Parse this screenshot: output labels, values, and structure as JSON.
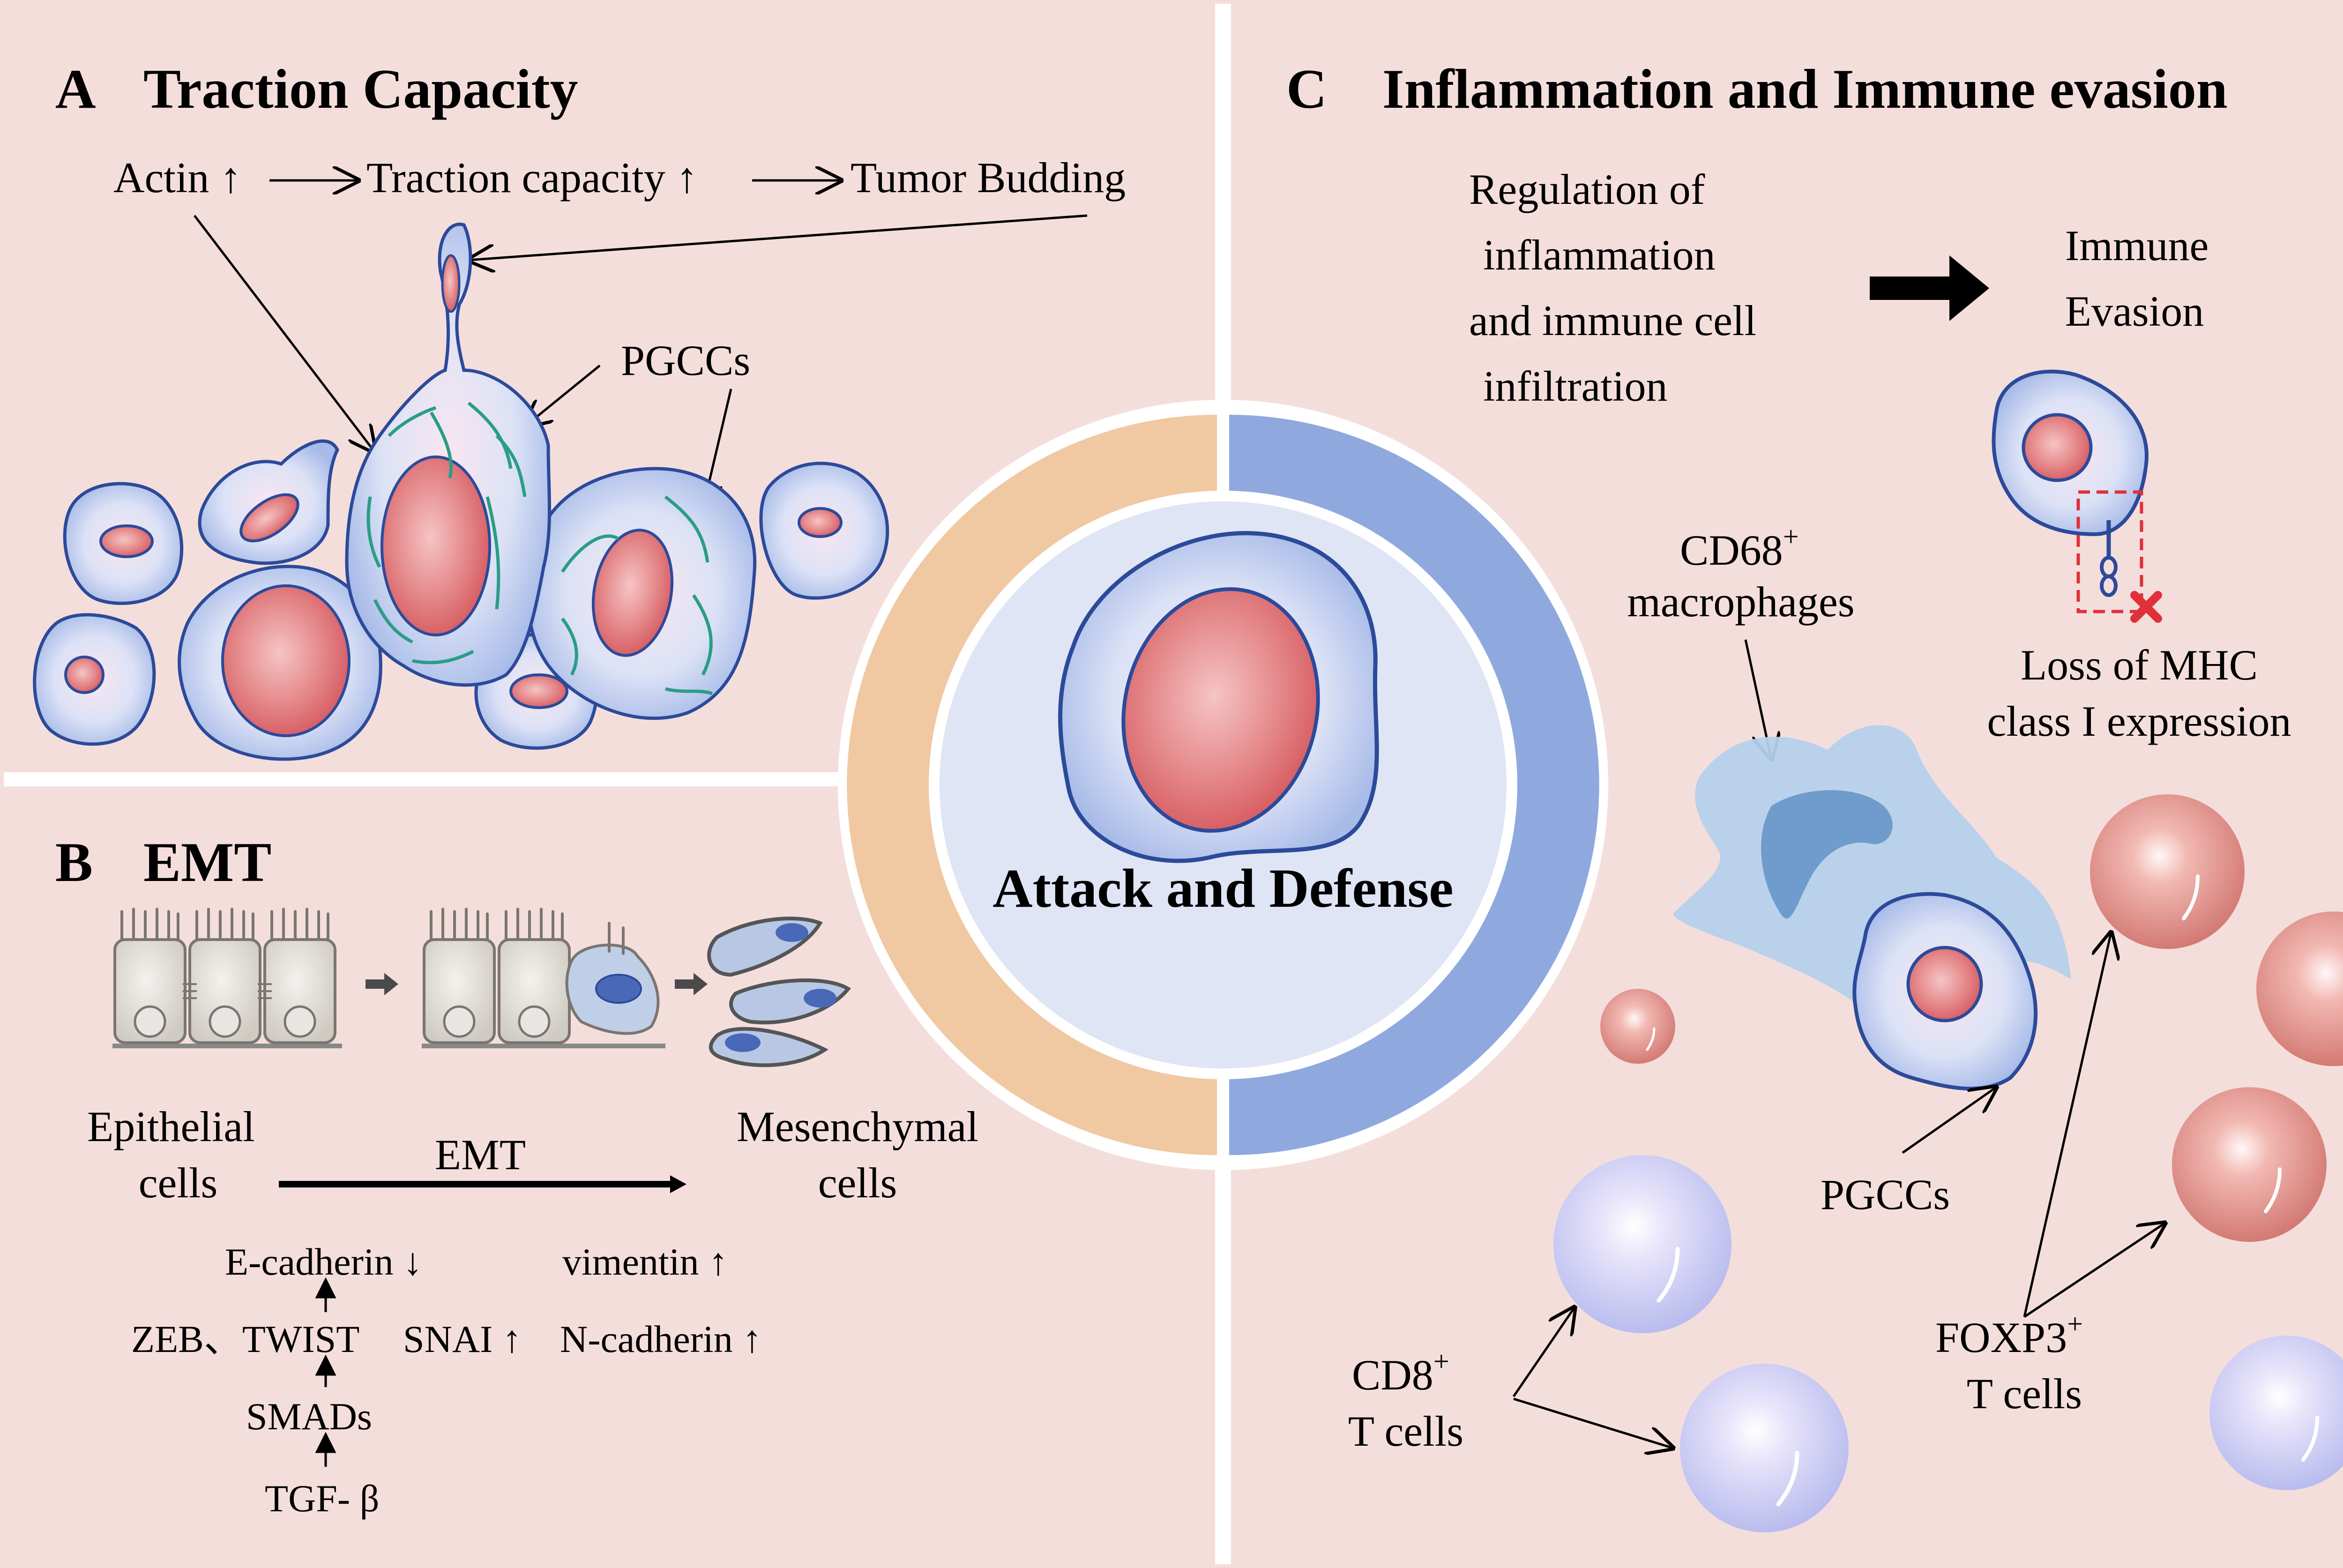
{
  "panels": {
    "a": {
      "letter": "A",
      "title": "Traction Capacity",
      "flow": {
        "actin": "Actin ↑",
        "traction": "Traction capacity  ↑",
        "budding": "Tumor Budding"
      },
      "pgccs_label": "PGCCs"
    },
    "b": {
      "letter": "B",
      "title": "EMT",
      "epithelial_line1": "Epithelial",
      "epithelial_line2": "cells",
      "arrow_label": "EMT",
      "mesenchymal_line1": "Mesenchymal",
      "mesenchymal_line2": "cells",
      "ecadherin": "E-cadherin ↓",
      "vimentin": "vimentin ↑",
      "zeb_twist": "ZEB、TWIST",
      "snai": "SNAI ↑",
      "ncadherin": "N-cadherin ↑",
      "smads": "SMADs",
      "tgf": "TGF- β"
    },
    "c": {
      "letter": "C",
      "title": "Inflammation and Immune evasion",
      "regulation_lines": [
        "Regulation of",
        "inflammation",
        "and immune cell",
        "infiltration"
      ],
      "immune_evasion_lines": [
        "Immune",
        "Evasion"
      ],
      "loss_mhc_lines": [
        "Loss of MHC",
        "class I expression"
      ],
      "cd68_base": "CD68",
      "cd68_sup": "+",
      "macrophages": "macrophages",
      "pgccs_label": "PGCCs",
      "cd8_base": "CD8",
      "cd8_sup": "+",
      "cd8_tcells": "T cells",
      "foxp3_base": "FOXP3",
      "foxp3_sup": "+",
      "foxp3_tcells": "T cells"
    }
  },
  "center": {
    "title": "Attack and Defense"
  },
  "colors": {
    "panel_background": "#f4dedc",
    "ring_left": "#f0c8a2",
    "ring_right": "#8fa9df",
    "center_fill": "#dfe5f4",
    "cell_outline": "#2c4a9a",
    "nucleus": "#de6e74",
    "cytoskeleton": "#2a9d86",
    "treg": "#d9847e",
    "cd8_tcell": "#c7c8f0",
    "macrophage": "#b5d0ea",
    "mhc_box": "#e0303a"
  },
  "icons": [
    "actin-filament",
    "cell-nucleus",
    "mhc-receptor-icon",
    "red-x-icon",
    "epithelial-cell-icon",
    "mesenchymal-cell-icon"
  ]
}
